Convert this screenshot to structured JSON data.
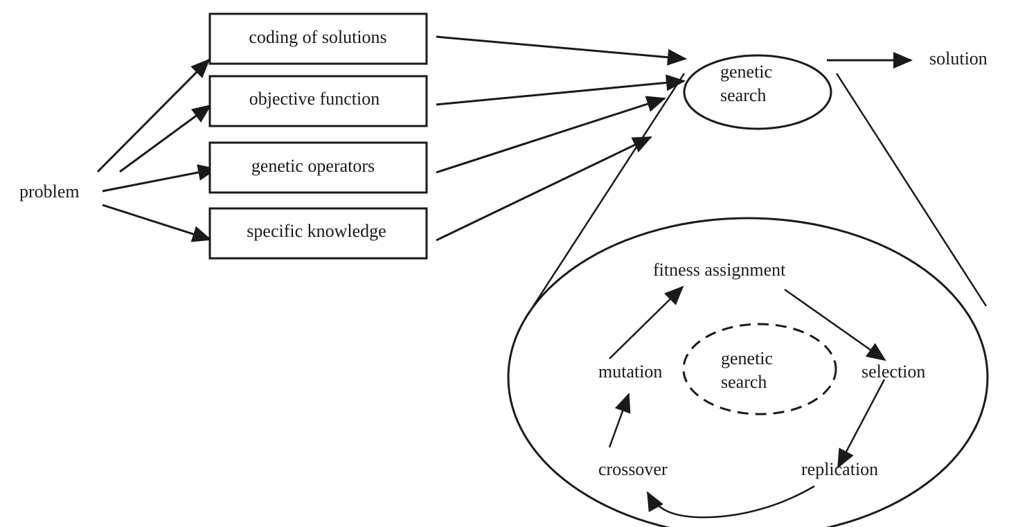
{
  "diagram": {
    "source_node": "problem",
    "inputs": [
      "coding of solutions",
      "objective function",
      "genetic operators",
      "specific knowledge"
    ],
    "central_node": [
      "genetic",
      "search"
    ],
    "output_node": "solution",
    "cycle": {
      "center": [
        "genetic",
        "search"
      ],
      "steps": [
        "fitness assignment",
        "selection",
        "replication",
        "crossover",
        "mutation"
      ]
    }
  }
}
